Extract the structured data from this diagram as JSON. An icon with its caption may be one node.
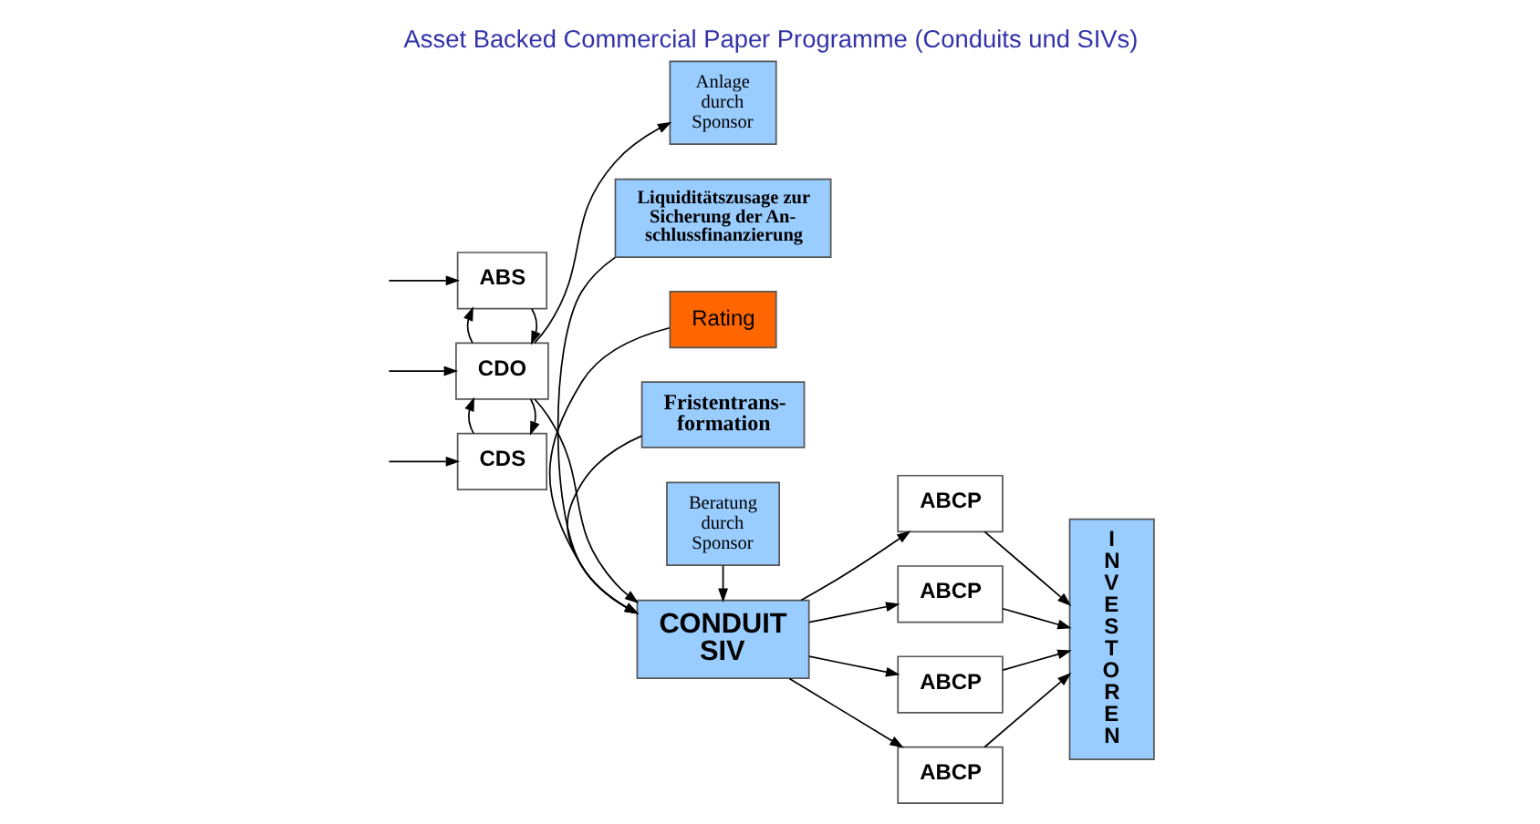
{
  "diagram": {
    "title": "Asset Backed Commercial Paper Programme (Conduits und SIVs)",
    "nodes": [
      {
        "text": [
          "CDS"
        ]
      },
      {
        "text": [
          "CDO"
        ]
      },
      {
        "text": [
          "ABS"
        ]
      },
      {
        "text": [
          "Rating"
        ]
      },
      {
        "text": [
          "Fristentrans- formation"
        ]
      },
      {
        "text": [
          "CONDUIT SIV"
        ]
      },
      {
        "text": [
          "Anlage durch Sponsor"
        ]
      },
      {
        "text": [
          "Beratung durch Sponsor"
        ]
      },
      {
        "text": [
          "Liquiditätszusage zur Sicherung der An- schlussfinanzierung"
        ]
      },
      {
        "text": [
          "ABCP"
        ]
      },
      {
        "text": [
          "ABCP"
        ]
      },
      {
        "text": [
          "ABCP"
        ]
      },
      {
        "text": [
          "ABCP"
        ]
      },
      {
        "text": [
          "INVESTOREN"
        ]
      }
    ],
    "edges": [
      {
        "from": null,
        "to": 0,
        "arrow": "to"
      },
      {
        "from": null,
        "to": 1,
        "arrow": "to"
      },
      {
        "from": null,
        "to": 2,
        "arrow": "to"
      },
      {
        "from": 1,
        "to": 0,
        "arrow": "to"
      },
      {
        "from": 0,
        "to": 1,
        "arrow": "to"
      },
      {
        "from": 2,
        "to": 1,
        "arrow": "to"
      },
      {
        "from": 1,
        "to": 2,
        "arrow": "to"
      },
      {
        "from": 1,
        "to": 5,
        "arrow": "to"
      },
      {
        "from": 1,
        "to": 6,
        "arrow": "to"
      },
      {
        "from": 3,
        "to": 5,
        "arrow": "to"
      },
      {
        "from": 4,
        "to": 5,
        "arrow": "to"
      },
      {
        "from": 7,
        "to": 5,
        "arrow": "to"
      },
      {
        "from": 8,
        "to": 5,
        "arrow": "to"
      },
      {
        "from": 5,
        "to": 9,
        "arrow": "to"
      },
      {
        "from": 5,
        "to": 10,
        "arrow": "to"
      },
      {
        "from": 5,
        "to": 11,
        "arrow": "to"
      },
      {
        "from": 5,
        "to": 12,
        "arrow": "to"
      },
      {
        "from": 9,
        "to": 13,
        "arrow": "to"
      },
      {
        "from": 10,
        "to": 13,
        "arrow": "to"
      },
      {
        "from": 11,
        "to": 13,
        "arrow": "to"
      },
      {
        "from": 12,
        "to": 13,
        "arrow": "to"
      }
    ]
  }
}
